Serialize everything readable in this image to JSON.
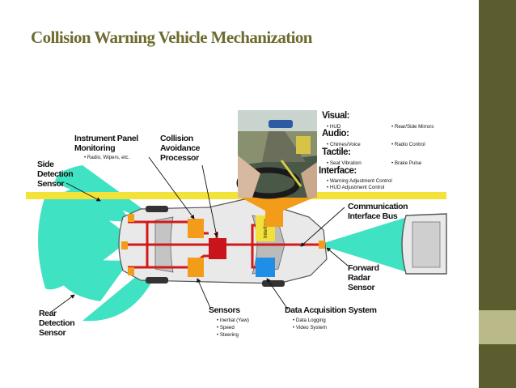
{
  "slide": {
    "title": "Collision Warning Vehicle Mechanization",
    "colors": {
      "title": "#6d6b2e",
      "side_bar": "#5b5d2e",
      "side_block": "#b9b98a",
      "beam": "#3fe2c2",
      "road_stripe": "#f3e23a"
    }
  },
  "diagram": {
    "labels": {
      "instrument_panel": [
        "Instrument Panel",
        "Monitoring"
      ],
      "instrument_panel_items": [
        "Radio, Wipers, etc."
      ],
      "processor": [
        "Collision",
        "Avoidance",
        "Processor"
      ],
      "side_sensor": [
        "Side",
        "Detection",
        "Sensor"
      ],
      "rear_sensor": [
        "Rear",
        "Detection",
        "Sensor"
      ],
      "forward_sensor": [
        "Forward",
        "Radar",
        "Sensor"
      ],
      "comm_bus": [
        "Communication",
        "Interface Bus"
      ],
      "sensors": "Sensors",
      "sensors_items": [
        "Inertial (Yaw)",
        "Speed",
        "Steering"
      ],
      "data_acq": "Data Acquisition System",
      "data_acq_items": [
        "Data Logging",
        "Video System"
      ],
      "interface_box": "Interface"
    },
    "interface": {
      "visual": "Visual:",
      "visual_items": [
        "HUD",
        "Rear/Side Mirrors"
      ],
      "audio": "Audio:",
      "audio_items": [
        "Chimes/Voice",
        "Radio Control"
      ],
      "tactile": "Tactile:",
      "tactile_items": [
        "Seat Vibration",
        "Brake Pulse"
      ],
      "interface": "Interface:",
      "interface_items": [
        "Warning Adjustment Control",
        "HUD Adjustment Control"
      ]
    }
  }
}
